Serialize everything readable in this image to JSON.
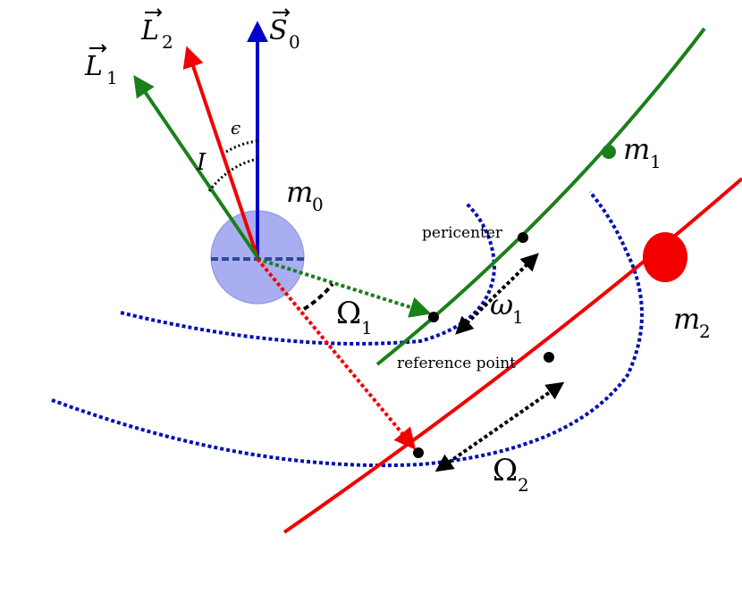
{
  "colors": {
    "green": "#1a801a",
    "red": "#f20000",
    "blue": "#0000cc",
    "dotted_blue": "#0010b0",
    "body_fill": "#a8aef0",
    "black": "#000000"
  },
  "labels": {
    "L1": {
      "main": "L",
      "sub": "1"
    },
    "L2": {
      "main": "L",
      "sub": "2"
    },
    "S0": {
      "main": "S",
      "sub": "0"
    },
    "epsilon": "ϵ",
    "inclination": "I",
    "m0": {
      "main": "m",
      "sub": "0"
    },
    "m1": {
      "main": "m",
      "sub": "1"
    },
    "m2": {
      "main": "m",
      "sub": "2"
    },
    "Omega1": {
      "main": "Ω",
      "sub": "1"
    },
    "Omega2": {
      "main": "Ω",
      "sub": "2"
    },
    "omega1": {
      "main": "ω",
      "sub": "1"
    },
    "pericenter": "pericenter",
    "reference_point": "reference point"
  }
}
